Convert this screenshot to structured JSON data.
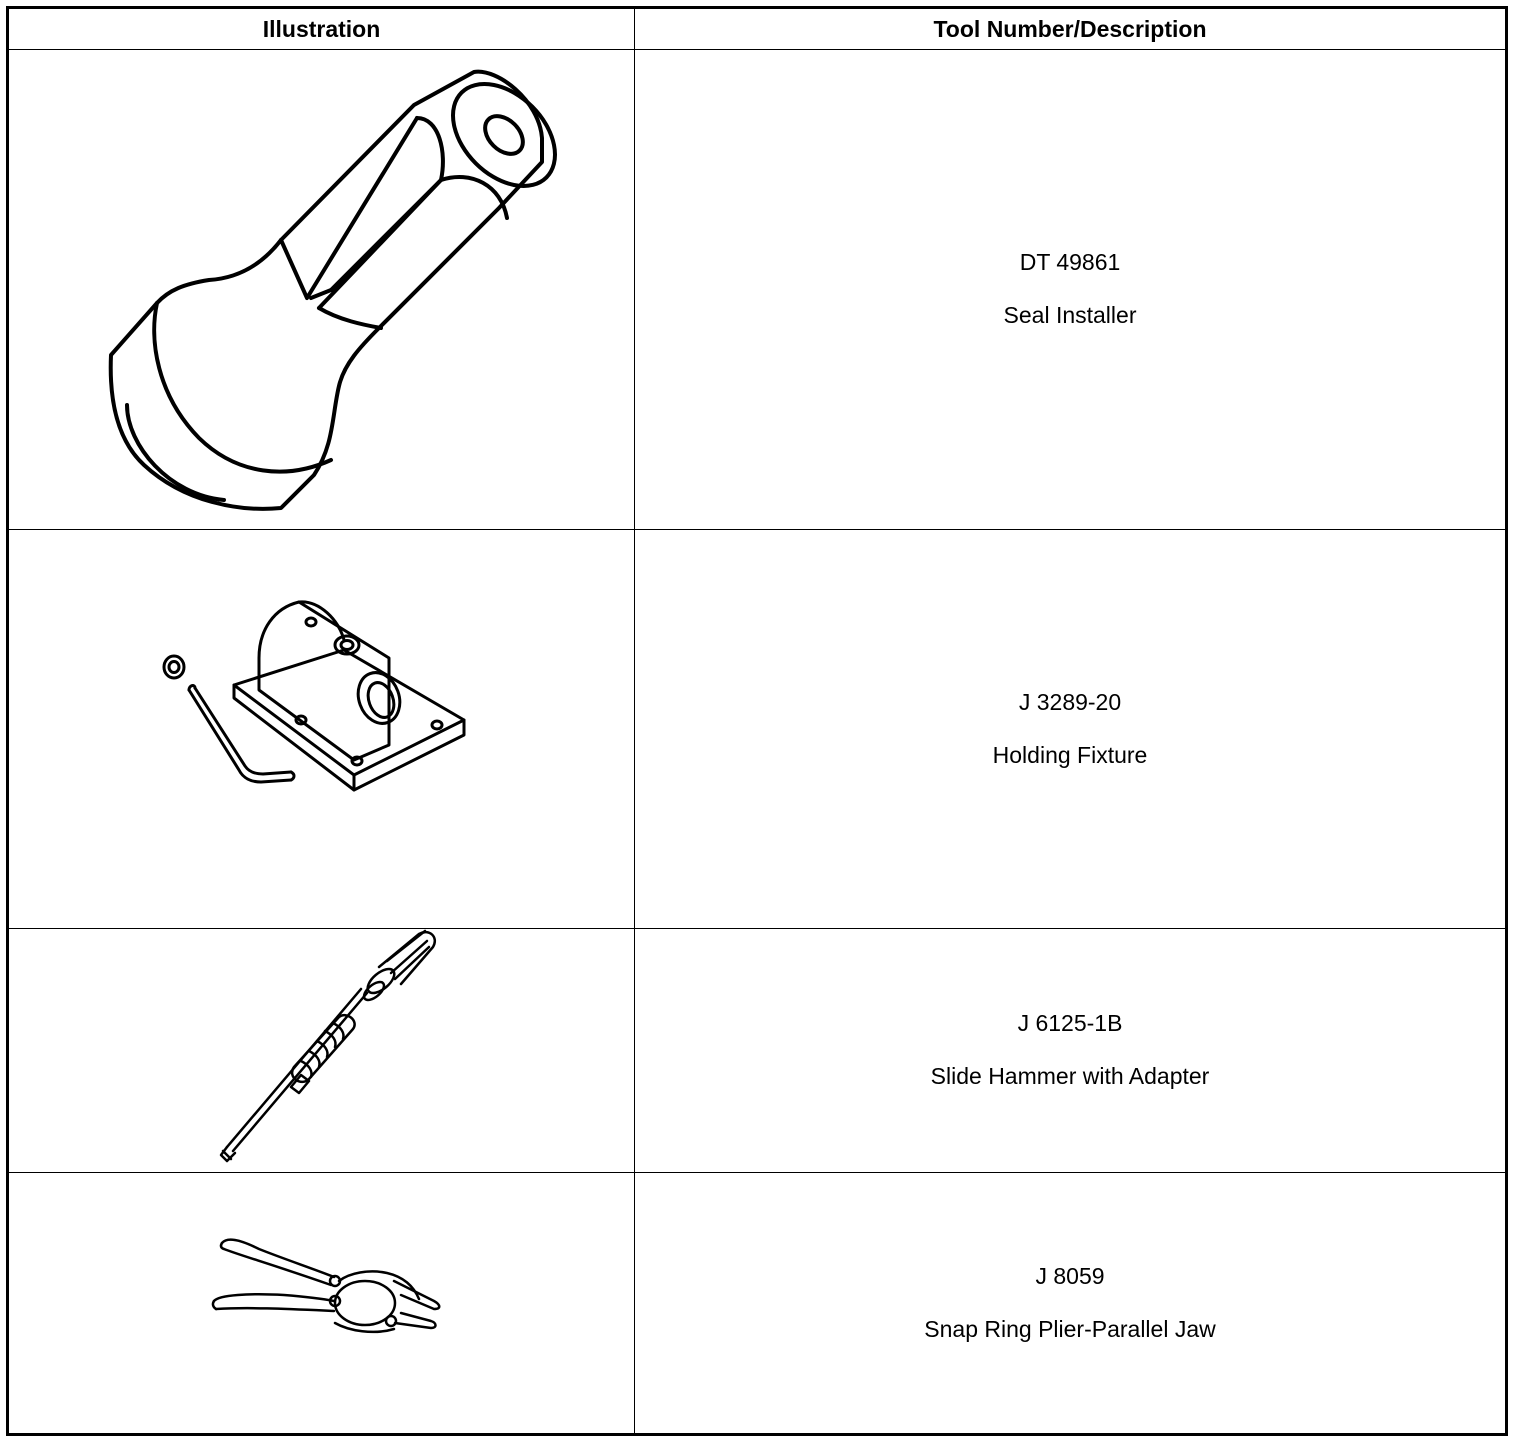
{
  "table": {
    "headers": [
      "Illustration",
      "Tool Number/Description"
    ],
    "rows": [
      {
        "number": "DT 49861",
        "description": "Seal Installer",
        "illustration_icon": "seal-installer-icon"
      },
      {
        "number": "J 3289-20",
        "description": "Holding Fixture",
        "illustration_icon": "holding-fixture-icon"
      },
      {
        "number": "J 6125-1B",
        "description": "Slide Hammer with Adapter",
        "illustration_icon": "slide-hammer-icon"
      },
      {
        "number": "J 8059",
        "description": "Snap Ring Plier-Parallel Jaw",
        "illustration_icon": "snap-ring-plier-icon"
      }
    ]
  },
  "colors": {
    "line": "#000000",
    "background": "#ffffff"
  }
}
